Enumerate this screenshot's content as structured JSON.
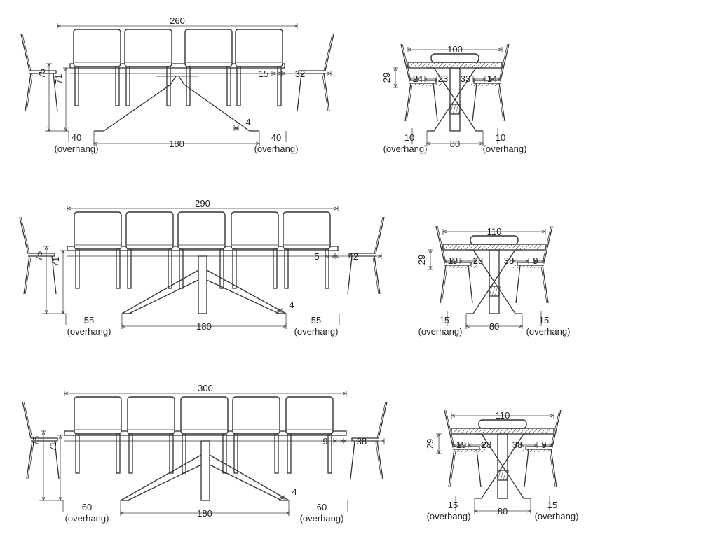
{
  "sideViews": [
    {
      "overall": "260",
      "height": "75",
      "legHeight": "71",
      "chairGap": "15",
      "chairDepth": "32",
      "leftOverhang": "40",
      "rightOverhang": "40",
      "overhangLabel": "(overhang)",
      "legSpan": "180",
      "legThickness": "4"
    },
    {
      "overall": "290",
      "height": "75",
      "legHeight": "71",
      "chairGap": "5",
      "chairDepth": "42",
      "leftOverhang": "55",
      "rightOverhang": "55",
      "overhangLabel": "(overhang)",
      "legSpan": "180",
      "legThickness": "4"
    },
    {
      "overall": "300",
      "height": "75",
      "legHeight": "71",
      "chairGap": "9",
      "chairDepth": "38",
      "leftOverhang": "60",
      "rightOverhang": "60",
      "overhangLabel": "(overhang)",
      "legSpan": "180",
      "legThickness": "4"
    }
  ],
  "endViews": [
    {
      "width": "100",
      "seatHeight": "29",
      "leftSeat": "24",
      "leftGap": "23",
      "rightGap": "33",
      "rightSeat": "14",
      "leftOverhang": "10",
      "rightOverhang": "10",
      "legSpan": "80",
      "overhangLabel": "(overhang)"
    },
    {
      "width": "110",
      "seatHeight": "29",
      "leftSeat": "19",
      "leftGap": "28",
      "rightGap": "38",
      "rightSeat": "9",
      "leftOverhang": "15",
      "rightOverhang": "15",
      "legSpan": "80",
      "overhangLabel": "(overhang)"
    },
    {
      "width": "110",
      "seatHeight": "29",
      "leftSeat": "19",
      "leftGap": "28",
      "rightGap": "38",
      "rightSeat": "9",
      "leftOverhang": "15",
      "rightOverhang": "15",
      "legSpan": "80",
      "overhangLabel": "(overhang)"
    }
  ]
}
